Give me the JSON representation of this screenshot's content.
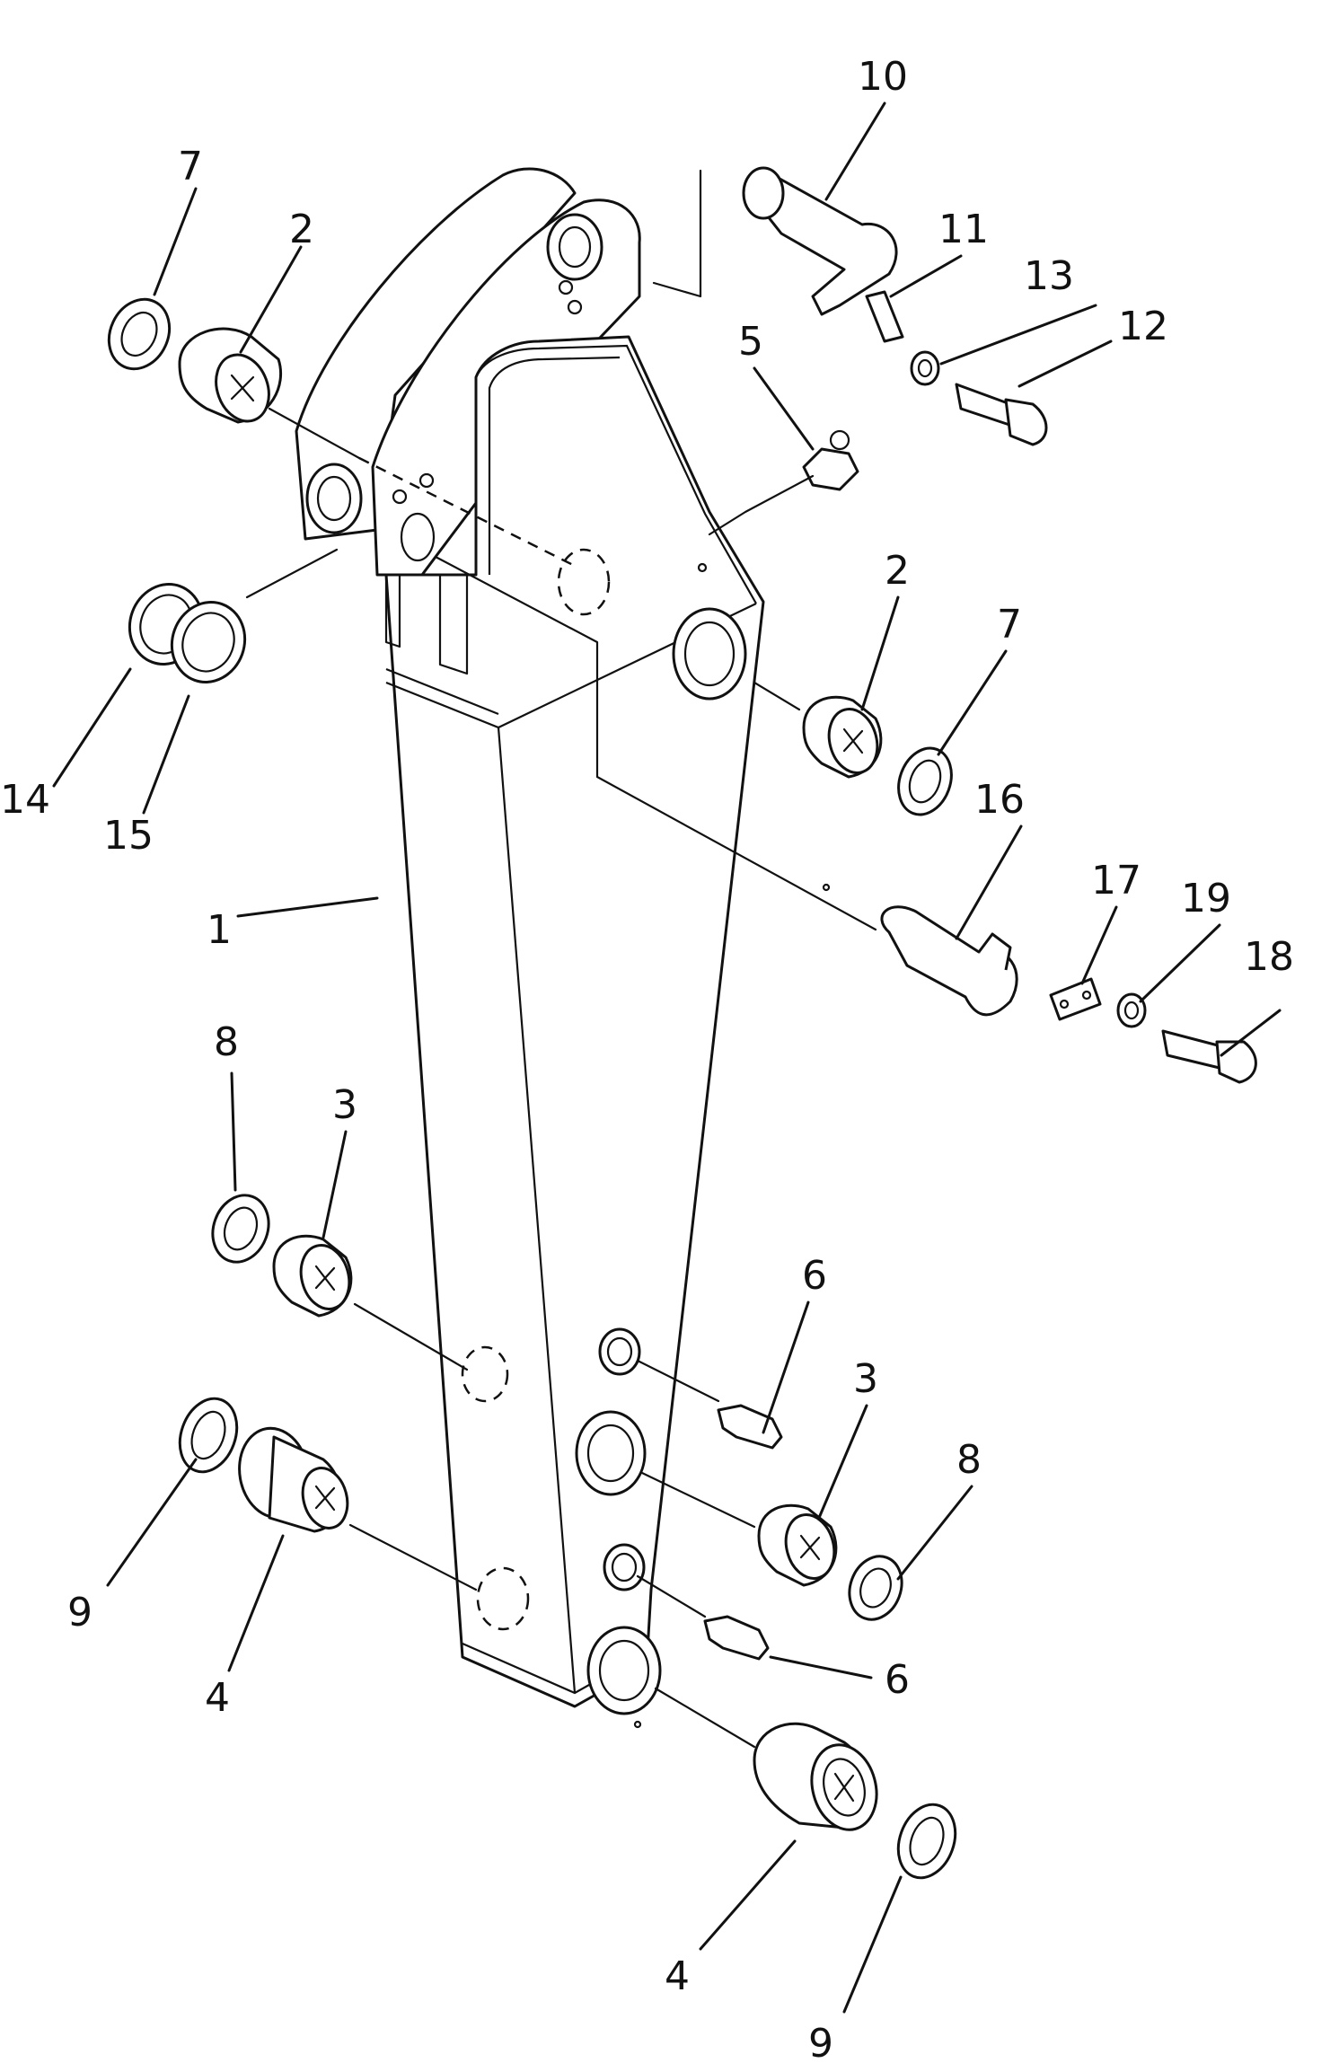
{
  "callouts": {
    "c1": "1",
    "c2a": "2",
    "c2b": "2",
    "c3a": "3",
    "c3b": "3",
    "c4a": "4",
    "c4b": "4",
    "c5": "5",
    "c6a": "6",
    "c6b": "6",
    "c7a": "7",
    "c7b": "7",
    "c8a": "8",
    "c8b": "8",
    "c9a": "9",
    "c9b": "9",
    "c10": "10",
    "c11": "11",
    "c12": "12",
    "c13": "13",
    "c14": "14",
    "c15": "15",
    "c16": "16",
    "c17": "17",
    "c18": "18",
    "c19": "19"
  },
  "colors": {
    "line": "#111111",
    "background": "#ffffff"
  }
}
